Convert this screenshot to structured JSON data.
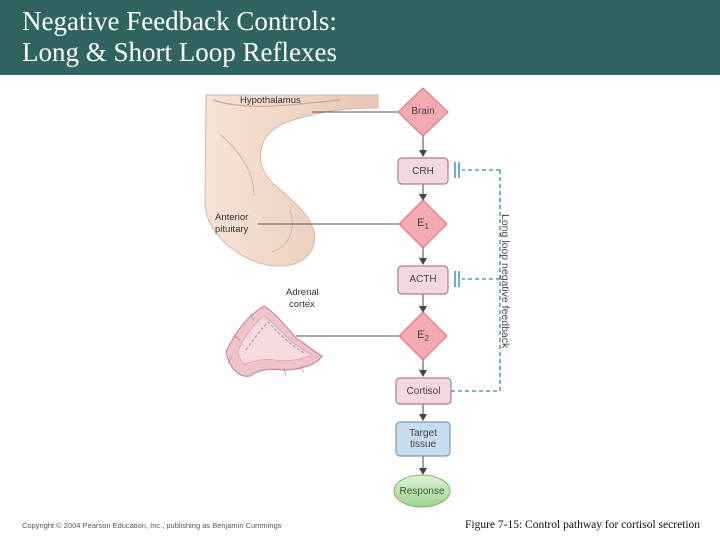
{
  "title": {
    "line1": "Negative Feedback Controls:",
    "line2": "Long & Short Loop Reflexes"
  },
  "anatomy": {
    "hypothalamus": "Hypothalamus",
    "anterior": "Anterior",
    "pituitary": "pituitary",
    "adrenal": "Adrenal",
    "cortex": "cortex"
  },
  "pathway": {
    "brain": "Brain",
    "crh": "CRH",
    "e1_base": "E",
    "e1_sub": "1",
    "acth": "ACTH",
    "e2_base": "E",
    "e2_sub": "2",
    "cortisol": "Cortisol",
    "target_line1": "Target",
    "target_line2": "tissue",
    "response": "Response"
  },
  "feedback_label": "Long loop negative feedback",
  "colors": {
    "title_bar": "#2f6460",
    "diamond_fill": "#f4aab0",
    "diamond_stroke": "#e8737e",
    "rect_fill": "#f3d8e2",
    "rect_stroke": "#b07a95",
    "target_fill": "#c8dcef",
    "response_fill": "#bfe2b6",
    "feedback_line": "#2a8ac0"
  },
  "footer": {
    "copyright": "Copyright © 2004 Pearson Education, Inc., publishing as Benjamin Cummings",
    "caption": "Figure 7-15: Control pathway for cortisol secretion"
  }
}
